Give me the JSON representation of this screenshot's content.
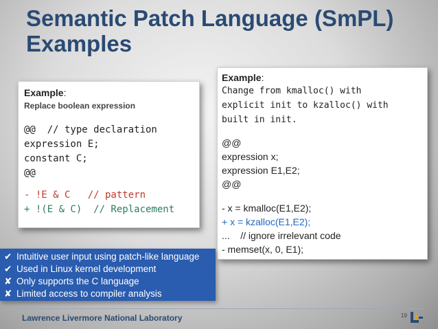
{
  "slide": {
    "title_line1": "Semantic Patch Language (SmPL)",
    "title_line2": "Examples"
  },
  "left_example": {
    "label_bold": "Example",
    "label_suffix": ":",
    "subtitle": "Replace boolean expression",
    "code": [
      "@@  // type declaration",
      "expression E;",
      "constant C;",
      "@@",
      "- !E & C   // pattern",
      "+ !(E & C)  // Replacement"
    ]
  },
  "right_example": {
    "label_bold": "Example",
    "label_suffix": ":",
    "desc": [
      "Change from kmalloc() with",
      "explicit init to kzalloc() with",
      "built in init."
    ],
    "decl": [
      "@@",
      "expression x;",
      "expression E1,E2;",
      "@@"
    ],
    "patch": [
      "- x = kmalloc(E1,E2);",
      "+ x = kzalloc(E1,E2);",
      "...    // ignore irrelevant code",
      "- memset(x, 0, E1);"
    ]
  },
  "bullets": [
    {
      "mark": "✔",
      "text": "Intuitive user input using patch-like language"
    },
    {
      "mark": "✔",
      "text": "Used in Linux kernel development"
    },
    {
      "mark": "✘",
      "text": "Only supports the C language"
    },
    {
      "mark": "✘",
      "text": "Limited  access to compiler analysis"
    }
  ],
  "footer": {
    "org": "Lawrence Livermore National Laboratory",
    "page": "19"
  },
  "colors": {
    "title": "#2a4a73",
    "bullet_bg": "#2a5caf",
    "minus": "#c0392b",
    "plus_code": "#2e7d5b",
    "plus_text": "#2466c0"
  }
}
